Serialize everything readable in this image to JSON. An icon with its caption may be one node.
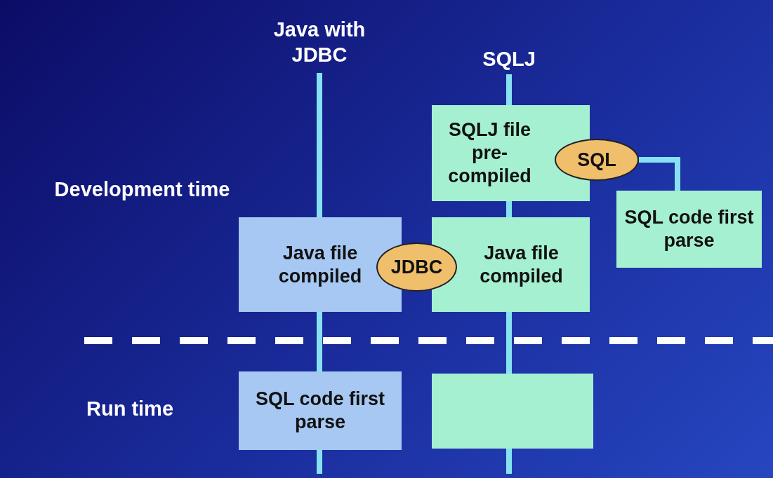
{
  "diagram": {
    "nodes": [
      {
        "text": [
          "Java with JDBC"
        ]
      },
      {
        "text": [
          "SQLJ"
        ]
      },
      {
        "text": [
          "Java file compiled"
        ]
      },
      {
        "text": [
          "JDBC"
        ]
      },
      {
        "text": [
          "SQL code first parse"
        ]
      },
      {
        "text": [
          "SQLJ file pre-compiled"
        ]
      },
      {
        "text": [
          "SQL"
        ]
      },
      {
        "text": [
          "SQL code first parse"
        ]
      },
      {
        "text": [
          "Java file compiled"
        ]
      },
      {
        "text": [],
        "shape": "box"
      }
    ],
    "edges": [
      {
        "from": 0,
        "to": 2,
        "arrow": "none"
      },
      {
        "from": 2,
        "to": 4,
        "arrow": "none"
      },
      {
        "from": 4,
        "to": null,
        "arrow": "none"
      },
      {
        "from": 1,
        "to": 5,
        "arrow": "none"
      },
      {
        "from": 5,
        "to": 8,
        "arrow": "none"
      },
      {
        "from": 8,
        "to": 9,
        "arrow": "none"
      },
      {
        "from": 9,
        "to": null,
        "arrow": "none"
      },
      {
        "from": 6,
        "to": 7,
        "arrow": "none"
      }
    ],
    "labels": [
      "Development time",
      "Run time"
    ]
  }
}
